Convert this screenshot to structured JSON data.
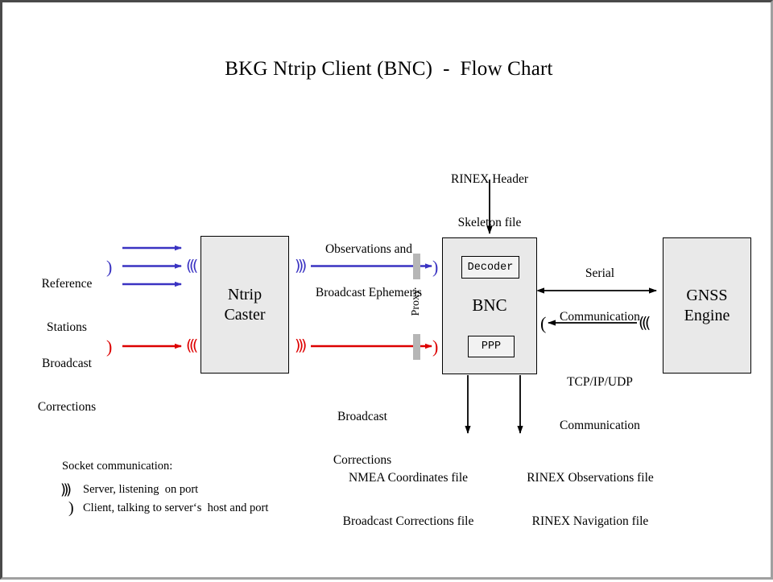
{
  "chart_data": {
    "type": "diagram",
    "title": "BKG Ntrip Client (BNC)  -  Flow Chart",
    "nodes": [
      {
        "id": "ntrip-caster",
        "label": "Ntrip\nCaster"
      },
      {
        "id": "bnc",
        "label": "BNC"
      },
      {
        "id": "decoder",
        "label": "Decoder"
      },
      {
        "id": "ppp",
        "label": "PPP"
      },
      {
        "id": "gnss-engine",
        "label": "GNSS\nEngine"
      }
    ],
    "edges": [
      {
        "from": "reference-stations",
        "to": "ntrip-caster",
        "color": "#3a33c2",
        "label": ""
      },
      {
        "from": "broadcast-corrections",
        "to": "ntrip-caster",
        "color": "#dd0000",
        "label": ""
      },
      {
        "from": "ntrip-caster",
        "to": "bnc",
        "color": "#3a33c2",
        "label": "Observations and\nBroadcast Ephemeris"
      },
      {
        "from": "ntrip-caster",
        "to": "bnc",
        "color": "#dd0000",
        "label": "Broadcast\nCorrections"
      },
      {
        "from": "rinex-header-skeleton",
        "to": "bnc",
        "color": "#000000",
        "label": "RINEX Header\nSkeleton file"
      },
      {
        "from": "bnc",
        "to": "gnss-engine",
        "color": "#000000",
        "label": "Serial\nCommunication",
        "bidirectional": true
      },
      {
        "from": "gnss-engine",
        "to": "bnc",
        "color": "#000000",
        "label": "TCP/IP/UDP\nCommunication"
      },
      {
        "from": "bnc",
        "to": "nmea-output",
        "color": "#000000",
        "label": "NMEA Coordinates file\nBroadcast Corrections file"
      },
      {
        "from": "bnc",
        "to": "rinex-output",
        "color": "#000000",
        "label": "RINEX Observations file\nRINEX Navigation file"
      }
    ]
  },
  "title": "BKG Ntrip Client (BNC)  -  Flow Chart",
  "boxes": {
    "ntrip_caster": {
      "line1": "Ntrip",
      "line2": "Caster"
    },
    "bnc": {
      "label": "BNC",
      "decoder": "Decoder",
      "ppp": "PPP"
    },
    "gnss_engine": {
      "line1": "GNSS",
      "line2": "Engine"
    }
  },
  "labels": {
    "reference_stations": {
      "line1": "Reference",
      "line2": "Stations"
    },
    "broadcast_corrections_in": {
      "line1": "Broadcast",
      "line2": "Corrections"
    },
    "observations_ephemeris": {
      "line1": "Observations and",
      "line2": "Broadcast Ephemeris"
    },
    "broadcast_corrections_out": {
      "line1": "Broadcast",
      "line2": "Corrections"
    },
    "rinex_header": {
      "line1": "RINEX Header",
      "line2": "Skeleton file"
    },
    "serial": {
      "line1": "Serial",
      "line2": "Communication"
    },
    "tcpip": {
      "line1": "TCP/IP/UDP",
      "line2": "Communication"
    },
    "nmea_files": {
      "line1": "NMEA Coordinates file",
      "line2": "Broadcast Corrections file"
    },
    "rinex_files": {
      "line1": "RINEX Observations file",
      "line2": "RINEX Navigation file"
    },
    "proxy": "Proxy"
  },
  "legend": {
    "title": "Socket communication:",
    "server_symbol": ")))",
    "server_text": "Server, listening  on port",
    "client_symbol": ")",
    "client_text": "Client, talking to server‘s  host and port"
  },
  "symbols": {
    "wave_right": ")))",
    "wave_left": "(((",
    "client_right": ")",
    "client_left": "("
  },
  "colors": {
    "blue": "#3a33c2",
    "red": "#dd0000",
    "black": "#000000",
    "box_fill": "#e9e9e9",
    "proxy_bar": "#b6b6b6",
    "frame_dark": "#4a4a4a",
    "frame_light": "#a0a0a0",
    "canvas": "#ffffff"
  }
}
